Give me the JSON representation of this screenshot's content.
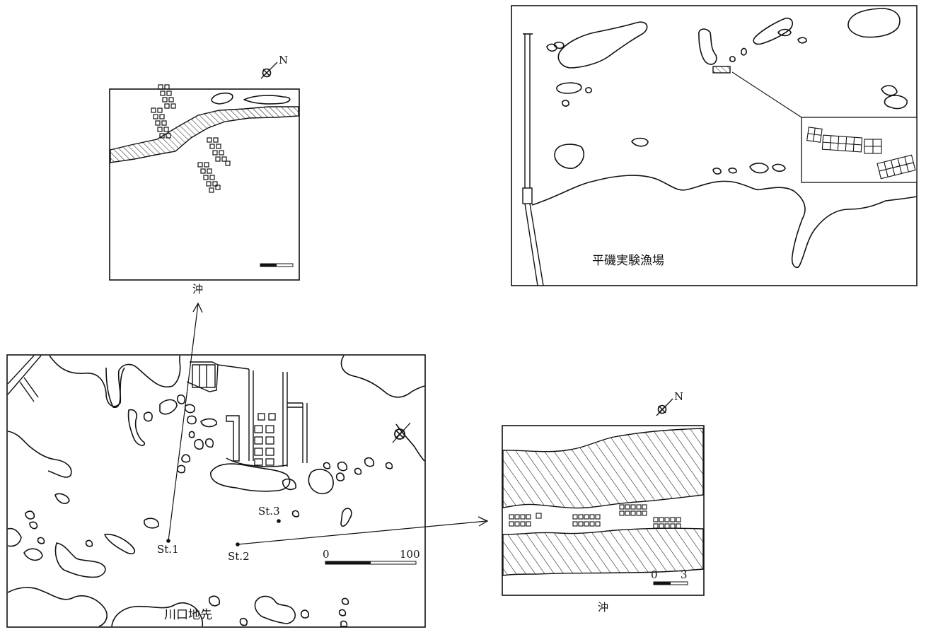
{
  "labels": {
    "offshore_top": "沖",
    "offshore_bottom": "沖",
    "hiraiso_title": "平磯実験漁場",
    "kawaguchi_title": "川口地先",
    "station_1": "St.1",
    "station_2": "St.2",
    "station_3": "St.3",
    "north": "N"
  },
  "scale_bars": {
    "main": {
      "start": "0",
      "end": "100"
    },
    "inset_bottom": {
      "start": "0",
      "end": "3"
    }
  },
  "colors": {
    "ink": "#111111",
    "paper": "#ffffff"
  }
}
